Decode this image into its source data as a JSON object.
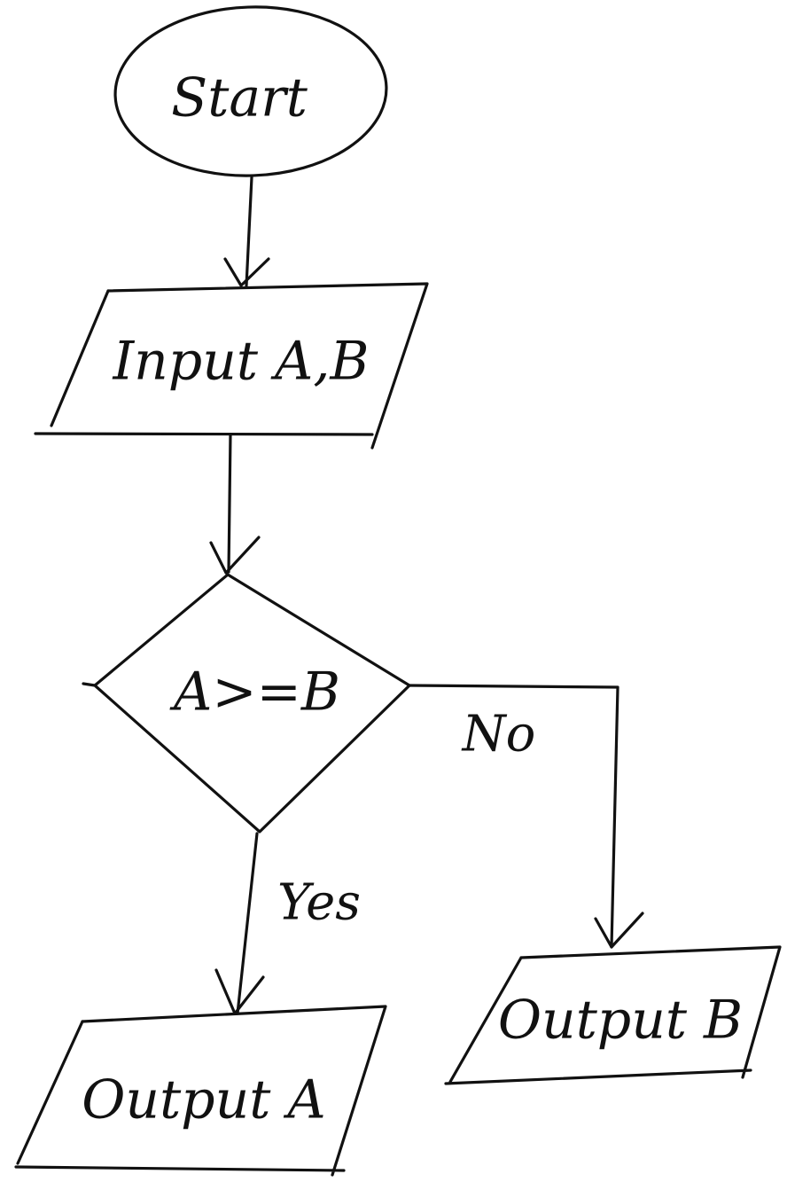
{
  "diagram": {
    "type": "flowchart",
    "nodes": [
      {
        "id": "start",
        "shape": "ellipse",
        "label": "Start"
      },
      {
        "id": "input",
        "shape": "parallelogram",
        "label": "Input A,B"
      },
      {
        "id": "decision",
        "shape": "diamond",
        "label": "A>=B"
      },
      {
        "id": "outA",
        "shape": "parallelogram",
        "label": "Output A"
      },
      {
        "id": "outB",
        "shape": "parallelogram",
        "label": "Output B"
      }
    ],
    "edges": [
      {
        "from": "start",
        "to": "input",
        "label": ""
      },
      {
        "from": "input",
        "to": "decision",
        "label": ""
      },
      {
        "from": "decision",
        "to": "outA",
        "label": "Yes"
      },
      {
        "from": "decision",
        "to": "outB",
        "label": "No"
      }
    ],
    "ink_color": "#111111",
    "background_color": "#ffffff"
  }
}
